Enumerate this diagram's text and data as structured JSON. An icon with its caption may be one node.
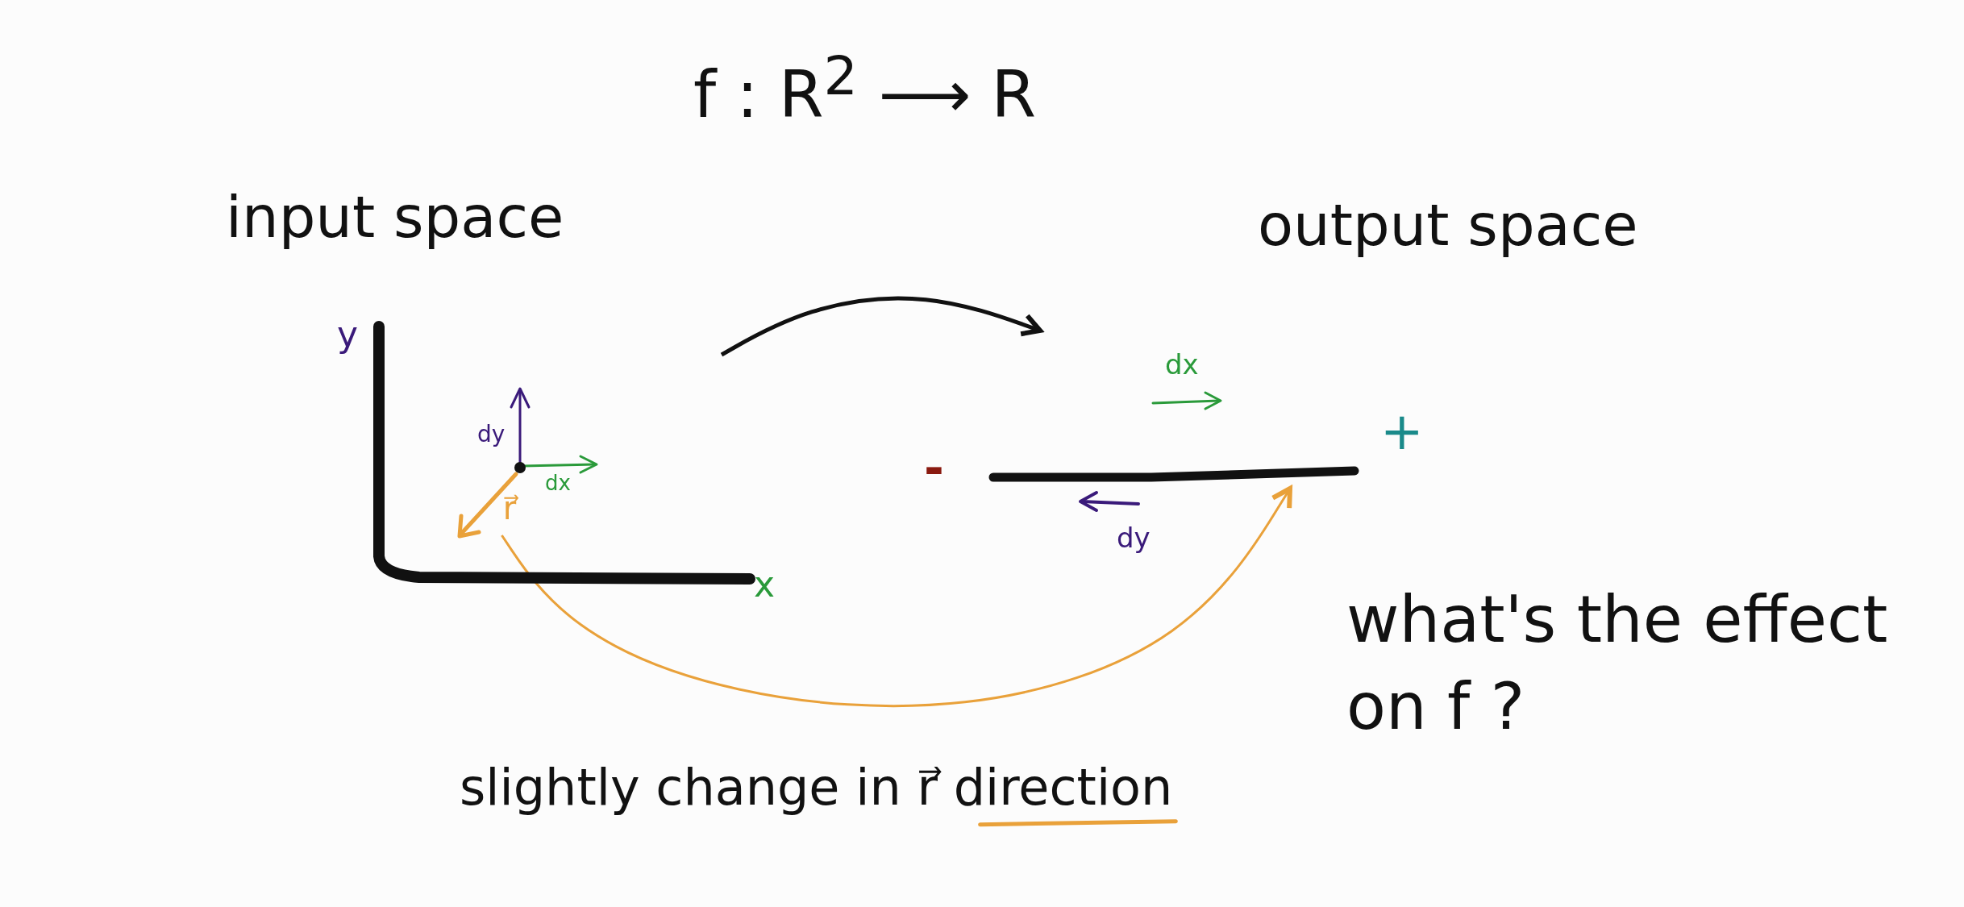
{
  "diagram": {
    "title": "f : R$^{2}$ ⟶ R",
    "nodes": [
      {
        "text": [
          "input space"
        ]
      },
      {
        "text": [
          "output space"
        ]
      },
      {
        "text": [],
        "shape": "picture"
      },
      {
        "text": [
          "r⃗"
        ],
        "in": 2
      },
      {
        "text": [],
        "shape": "bar"
      }
    ],
    "edges": [
      {
        "from": 2,
        "to": 4,
        "arrow": "to"
      },
      {
        "from": 3,
        "to": 4,
        "arrow": "to",
        "color": "#e9a13a"
      }
    ],
    "labels": [
      "y",
      "dy",
      "dx",
      "x",
      "-",
      "dx",
      "+",
      "dy",
      "what's the effect on f ?",
      "slightly change in r⃗ direction"
    ]
  }
}
